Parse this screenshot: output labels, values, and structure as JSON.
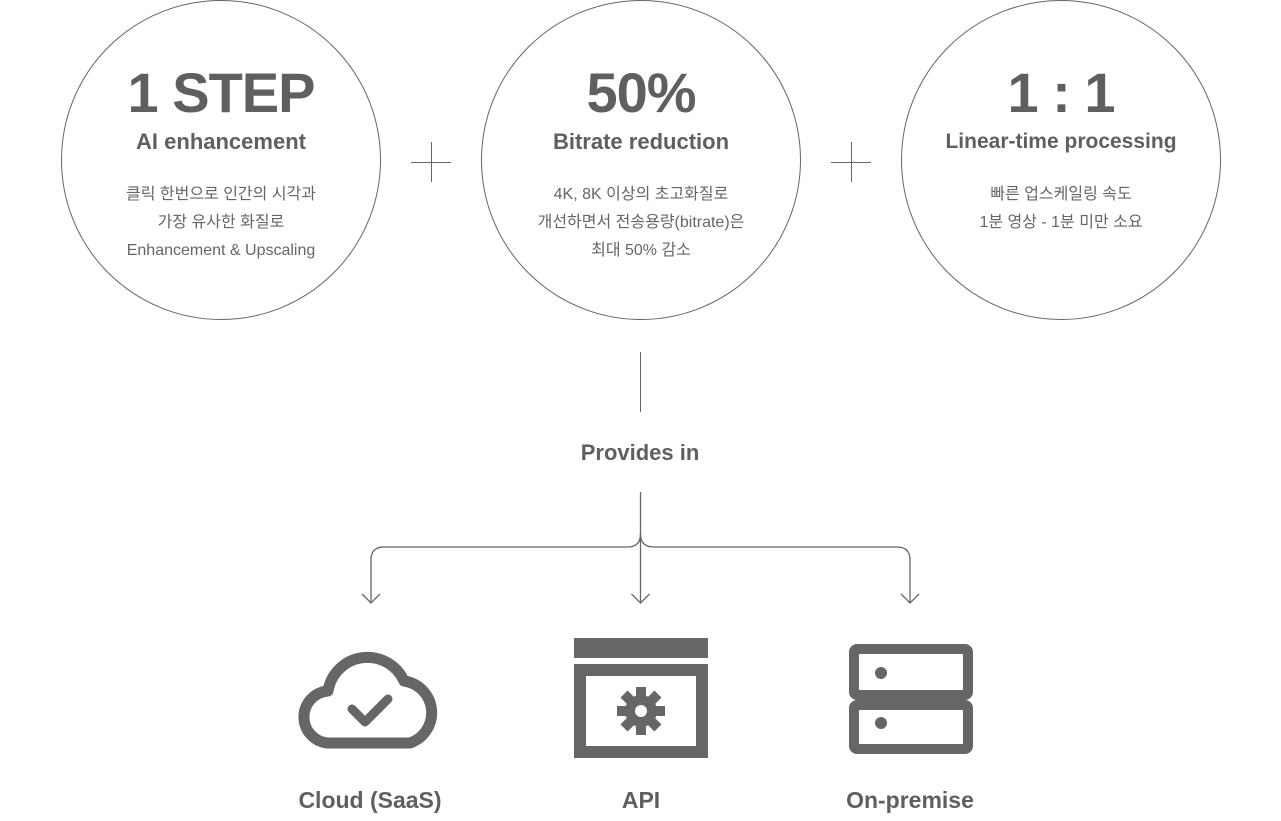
{
  "features": [
    {
      "headline": "1 STEP",
      "title": "AI enhancement",
      "desc": [
        "클릭 한번으로 인간의 시각과",
        "가장 유사한 화질로",
        "Enhancement & Upscaling"
      ]
    },
    {
      "headline": "50%",
      "title": "Bitrate reduction",
      "desc": [
        "4K, 8K 이상의 초고화질로",
        "개선하면서 전송용량(bitrate)은",
        "최대 50% 감소"
      ]
    },
    {
      "headline": "1 : 1",
      "title": "Linear-time processing",
      "desc": [
        "빠른 업스케일링 속도",
        "1분 영상 - 1분 미만 소요"
      ]
    }
  ],
  "provides_label": "Provides in",
  "options": [
    {
      "label": "Cloud (SaaS)",
      "icon": "cloud-check-icon"
    },
    {
      "label": "API",
      "icon": "api-gear-icon"
    },
    {
      "label": "On-premise",
      "icon": "server-icon"
    }
  ],
  "colors": {
    "stroke": "#666666",
    "text": "#5f5f5f",
    "icon": "#666666"
  }
}
